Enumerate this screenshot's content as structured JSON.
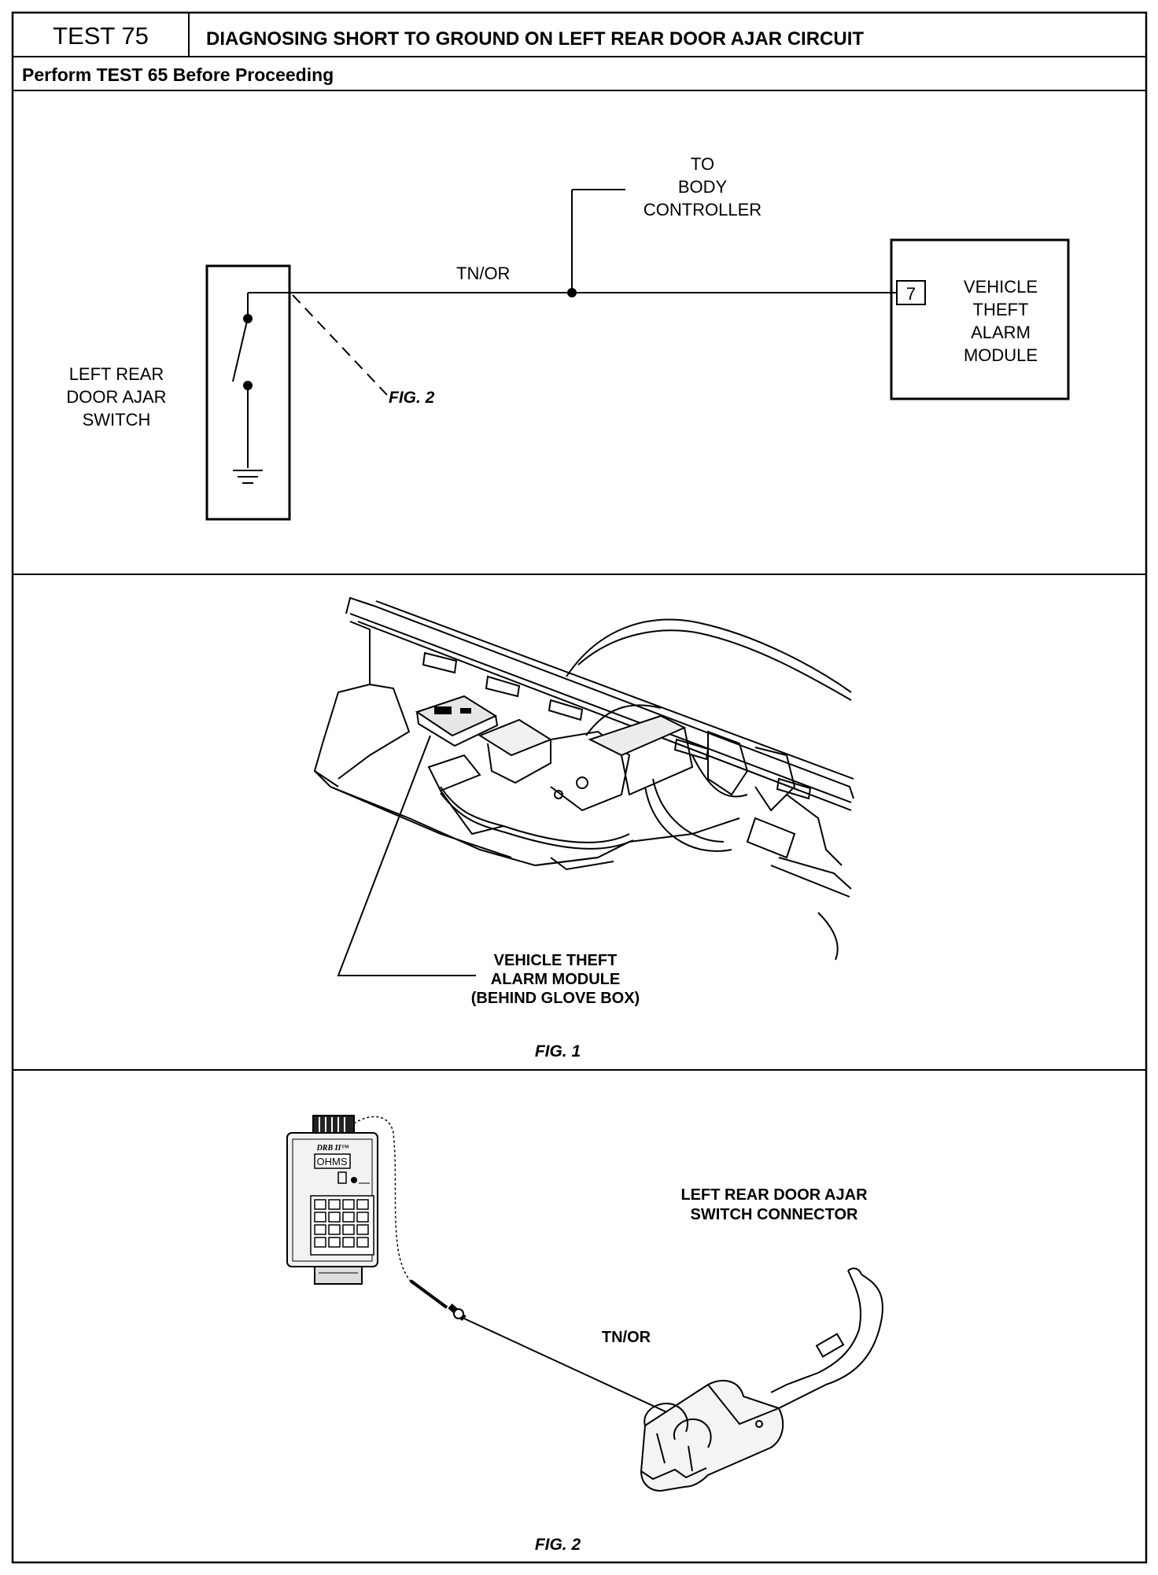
{
  "header": {
    "test_label": "TEST 75",
    "title": "DIAGNOSING SHORT TO GROUND ON LEFT REAR DOOR AJAR CIRCUIT",
    "prerequisite": "Perform TEST 65 Before Proceeding"
  },
  "schematic": {
    "wire_label": "TN/OR",
    "body_controller": [
      "TO",
      "BODY",
      "CONTROLLER"
    ],
    "module_pin": "7",
    "module_label": [
      "VEHICLE",
      "THEFT",
      "ALARM",
      "MODULE"
    ],
    "switch_label": [
      "LEFT REAR",
      "DOOR AJAR",
      "SWITCH"
    ],
    "fig_reference": "FIG. 2"
  },
  "figure1": {
    "callout": [
      "VEHICLE THEFT",
      "ALARM MODULE",
      "(BEHIND GLOVE BOX)"
    ],
    "caption": "FIG. 1"
  },
  "figure2": {
    "connector_label": [
      "LEFT REAR DOOR AJAR",
      "SWITCH CONNECTOR"
    ],
    "wire_label": "TN/OR",
    "meter_brand": "DRB II™",
    "meter_display": "OHMS",
    "caption": "FIG. 2"
  }
}
